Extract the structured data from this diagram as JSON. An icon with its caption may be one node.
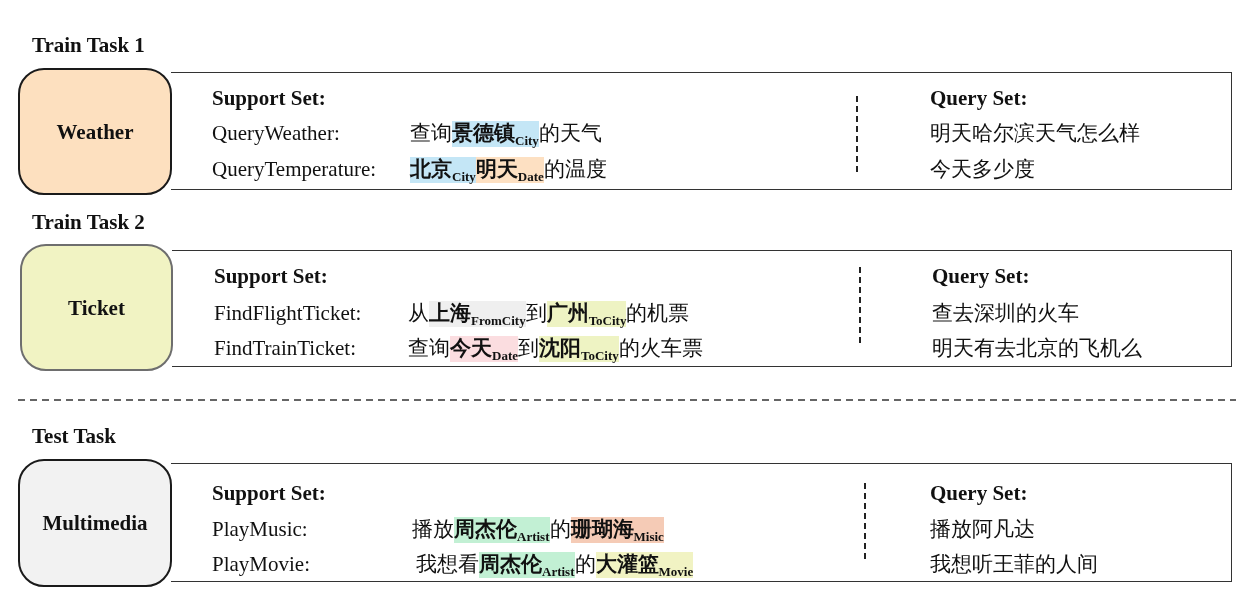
{
  "diagram": {
    "nodes": [
      {
        "text": [
          "Weather"
        ]
      },
      {
        "text": [
          "Support Set:",
          "QueryWeather:",
          "查询**景德镇**$_{City}$的天气",
          "QueryTemperature:",
          "**北京**$_{City}$**明天**$_{Date}$的温度",
          "Query Set:",
          "明天哈尔滨天气怎么样",
          "今天多少度"
        ]
      },
      {
        "text": [
          "Ticket"
        ]
      },
      {
        "text": [
          "Support Set:",
          "FindFlightTicket:",
          "从**上海**$_{FromCity}$到**广州**$_{ToCity}$的机票",
          "FindTrainTicket:",
          "查询**今天**$_{Date}$到**沈阳**$_{ToCity}$的火车票",
          "Query Set:",
          "查去深圳的火车",
          "明天有去北京的飞机么"
        ]
      },
      {
        "text": [
          "Multimedia"
        ]
      },
      {
        "text": [
          "Support Set:",
          "PlayMusic:",
          "播放**周杰伦**$_{Artist}$的**珊瑚海**$_{Misic}$",
          "PlayMovie:",
          "我想看**周杰伦**$_{Artist}$的**大灌篮**$_{Movie}$",
          "Query Set:",
          "播放阿凡达",
          "我想听王菲的人间"
        ]
      }
    ],
    "labels": [
      "Train Task 1",
      "Train Task 2",
      "Test Task"
    ]
  }
}
